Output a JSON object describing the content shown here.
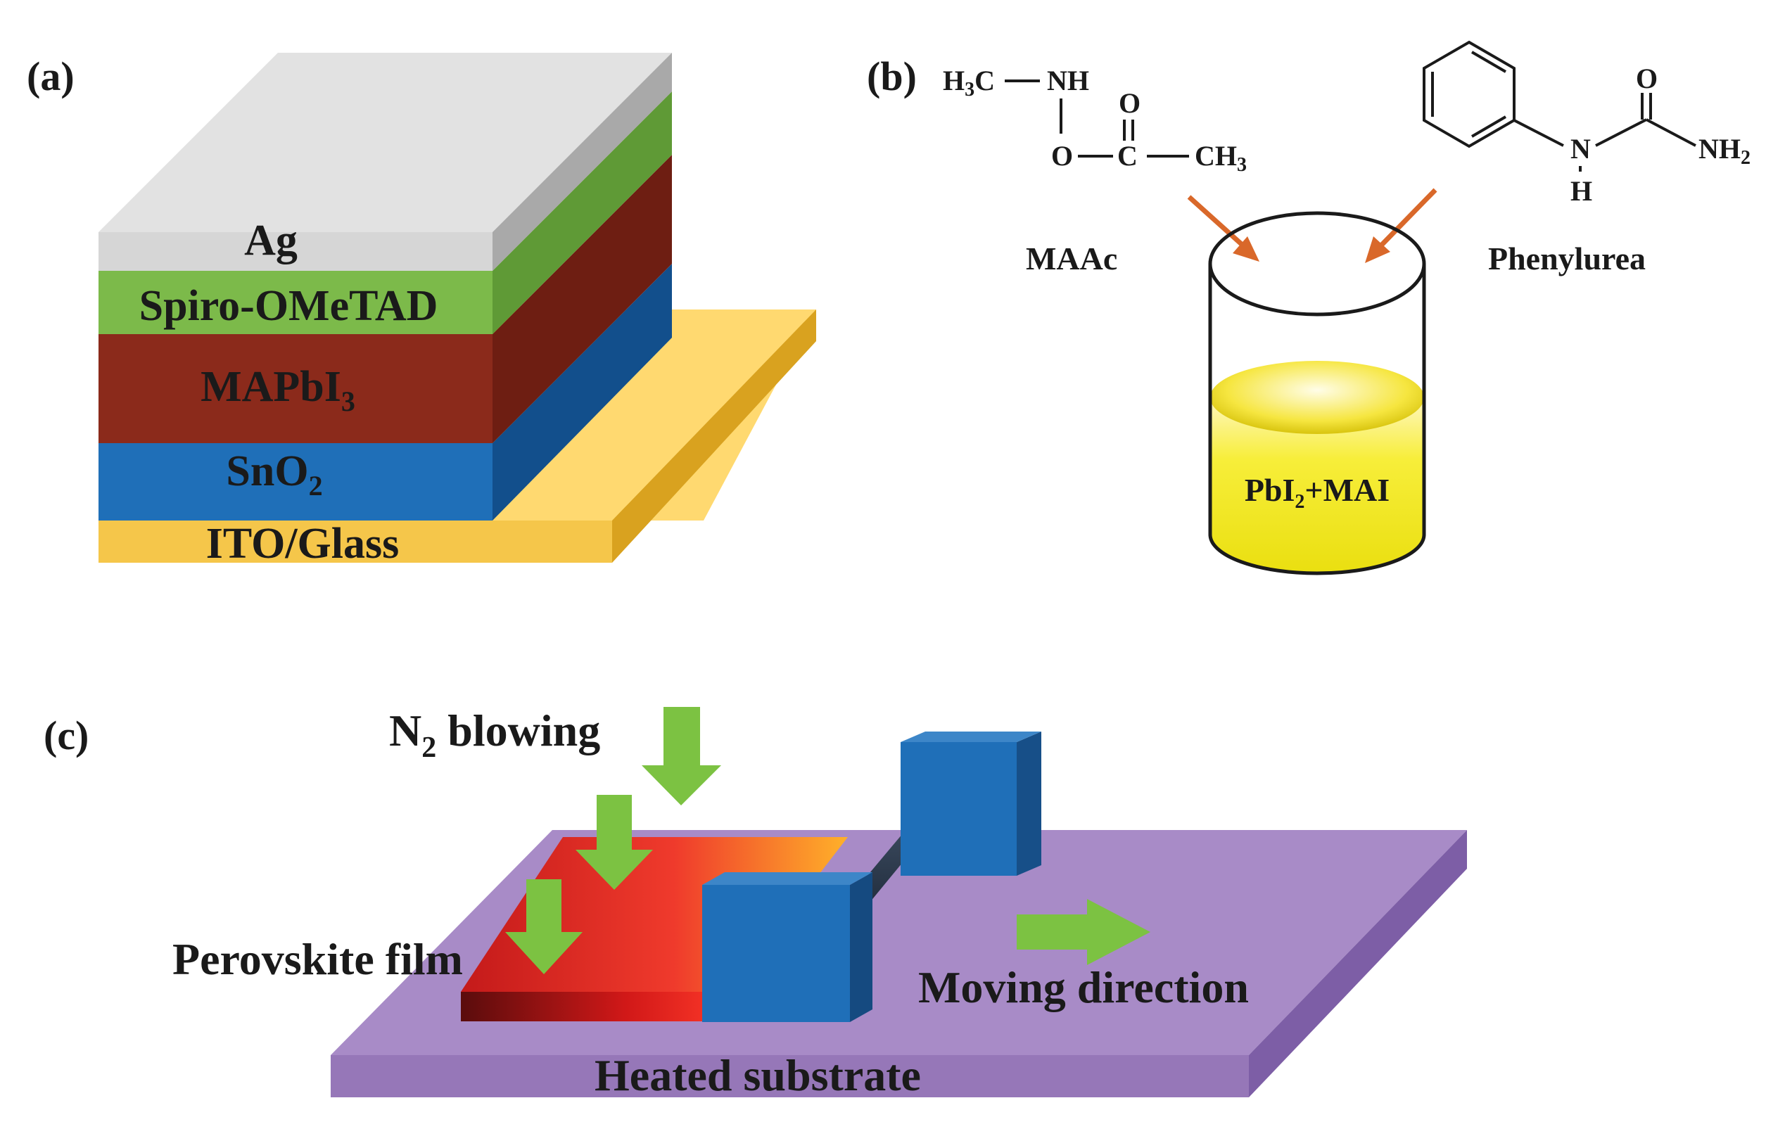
{
  "panels": {
    "a": "(a)",
    "b": "(b)",
    "c": "(c)"
  },
  "device_stack": {
    "layers": [
      {
        "name": "Ag",
        "main": "Ag",
        "sub": "",
        "color": "#d6d6d6"
      },
      {
        "name": "Spiro-OMeTAD",
        "main": "Spiro-OMeTAD",
        "sub": "",
        "color": "#7cba4a"
      },
      {
        "name": "MAPbI3",
        "main": "MAPbI",
        "sub": "3",
        "color": "#8b2a1b"
      },
      {
        "name": "SnO2",
        "main": "SnO",
        "sub": "2",
        "color": "#1f6fb8"
      },
      {
        "name": "ITO/Glass",
        "main": "ITO/Glass",
        "sub": "",
        "color": "#f5c64a"
      }
    ]
  },
  "chemistry": {
    "maac": {
      "name": "MAAc",
      "atoms": {
        "h3c": "H",
        "h3c_sub": "3",
        "h3c_c": "C",
        "nh": "NH",
        "o_single": "O",
        "c_center": "C",
        "o_double": "O",
        "ch3": "CH",
        "ch3_sub": "3"
      }
    },
    "phenylurea": {
      "name": "Phenylurea",
      "atoms": {
        "n": "N",
        "h": "H",
        "o": "O",
        "nh2": "NH",
        "nh2_sub": "2"
      }
    },
    "solution": {
      "main_a": "PbI",
      "sub": "2",
      "main_b": "+MAI"
    },
    "arrow_color": "#d9682a",
    "solution_color": "#f2ea1c"
  },
  "coating": {
    "n2": {
      "main": "N",
      "sub": "2",
      "rest": " blowing"
    },
    "film_label": "Perovskite film",
    "direction_label": "Moving direction",
    "substrate_label": "Heated substrate",
    "substrate_color": "#a88bc7",
    "blade_color": "#1f6fb8",
    "arrow_color": "#7cc242"
  }
}
